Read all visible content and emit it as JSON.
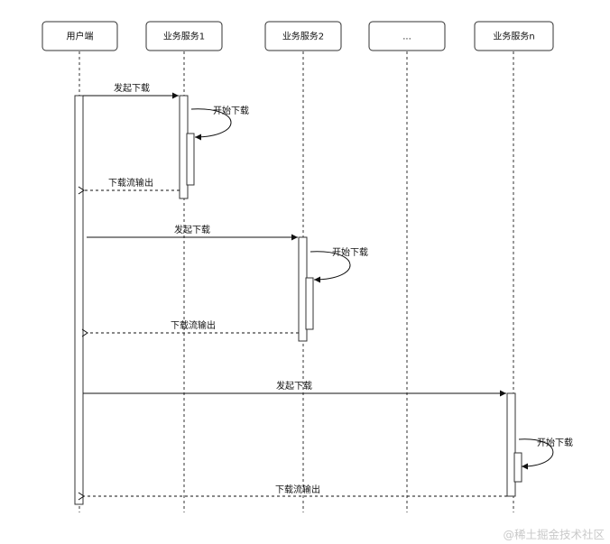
{
  "participants": [
    {
      "id": "client",
      "label": "用户端"
    },
    {
      "id": "svc1",
      "label": "业务服务1"
    },
    {
      "id": "svc2",
      "label": "业务服务2"
    },
    {
      "id": "dots",
      "label": "..."
    },
    {
      "id": "svcn",
      "label": "业务服务n"
    }
  ],
  "messages": {
    "start_download": "发起下载",
    "begin_download": "开始下载",
    "stream_output": "下载流输出"
  },
  "watermark": "@稀土掘金技术社区"
}
